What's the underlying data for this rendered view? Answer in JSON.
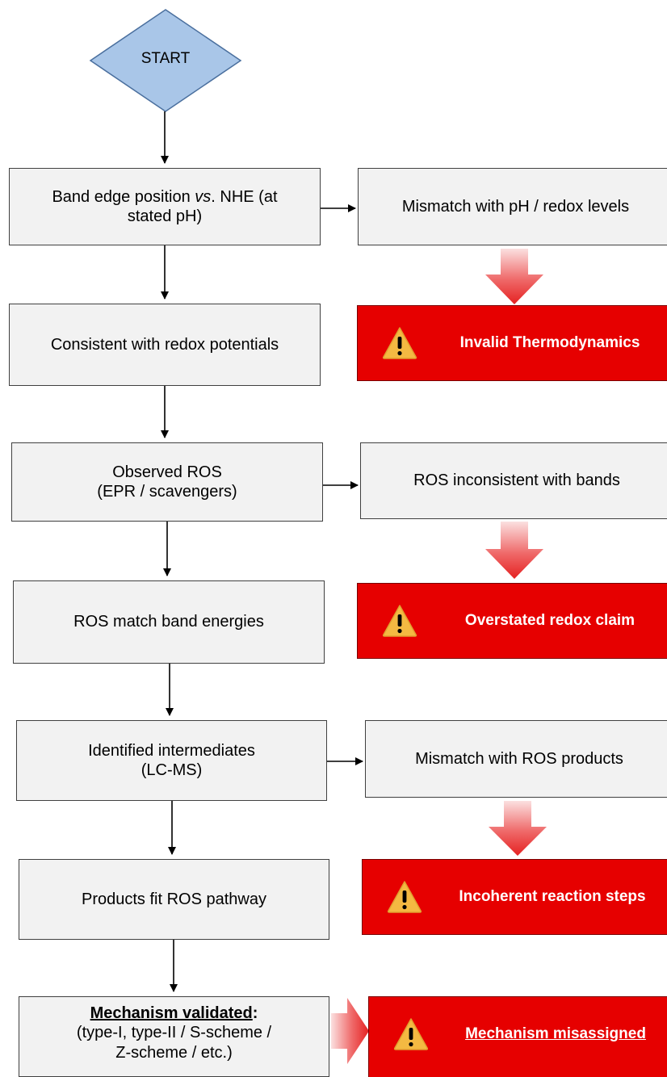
{
  "start": {
    "label": "START"
  },
  "steps": [
    {
      "lines": [
        "Band edge position vs. NHE (at",
        "stated pH)"
      ]
    },
    {
      "lines": [
        "Consistent with redox potentials"
      ]
    },
    {
      "lines": [
        "Observed ROS",
        "(EPR / scavengers)"
      ]
    },
    {
      "lines": [
        "ROS match band energies"
      ]
    },
    {
      "lines": [
        "Identified intermediates",
        "(LC-MS)"
      ]
    },
    {
      "lines": [
        "Products fit ROS pathway"
      ]
    }
  ],
  "step1_parts": {
    "pre": "Band edge position ",
    "italic": "vs",
    "post": ". NHE (at",
    "line2": "stated pH)"
  },
  "final": {
    "title": "Mechanism validated",
    "colon": ":",
    "line2": "(type-I, type-II / S-scheme /",
    "line3": "Z-scheme / etc.)"
  },
  "checks": [
    {
      "label": "Mismatch with pH / redox levels"
    },
    {
      "label": "ROS inconsistent with bands"
    },
    {
      "label": "Mismatch with ROS products"
    }
  ],
  "failures": [
    {
      "label": "Invalid Thermodynamics",
      "icon": "warning-icon"
    },
    {
      "label": "Overstated redox claim",
      "icon": "warning-icon"
    },
    {
      "label": "Incoherent reaction steps",
      "icon": "warning-icon"
    },
    {
      "label": "Mechanism misassigned",
      "icon": "warning-icon"
    }
  ],
  "colors": {
    "start_fill": "#a9c6e8",
    "start_stroke": "#4a6f9e",
    "box_fill": "#f2f2f2",
    "failure_fill": "#e60000",
    "arrow_red": "#e83030",
    "warning_yellow": "#f4b942"
  }
}
